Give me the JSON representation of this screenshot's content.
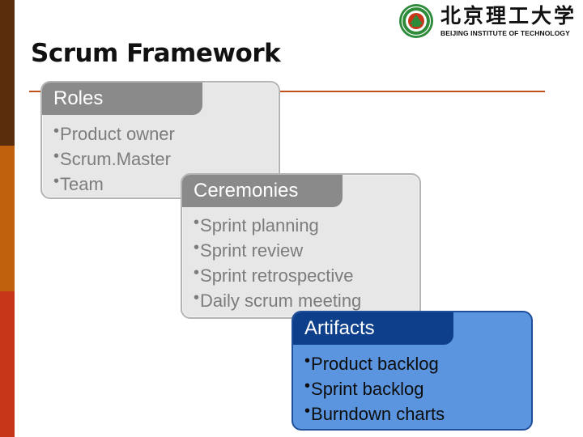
{
  "logo": {
    "chinese_name": "北京理工大学",
    "english_name": "BEIJING INSTITUTE OF TECHNOLOGY",
    "icon": "university-seal-icon"
  },
  "slide": {
    "title": "Scrum Framework"
  },
  "cards": {
    "roles": {
      "title": "Roles",
      "items": [
        "Product owner",
        "Scrum.Master",
        "Team"
      ]
    },
    "ceremonies": {
      "title": "Ceremonies",
      "items": [
        "Sprint planning",
        "Sprint review",
        "Sprint retrospective",
        "Daily scrum meeting"
      ]
    },
    "artifacts": {
      "title": "Artifacts",
      "items": [
        "Product backlog",
        "Sprint backlog",
        "Burndown charts"
      ]
    }
  },
  "bullet_symbol": "•",
  "colors": {
    "accent_rule": "#c0501a",
    "stripe_top": "#5a2d0c",
    "stripe_middle": "#c0610e",
    "stripe_bottom": "#c8361a",
    "gray_card_header": "#8a8a8a",
    "blue_card_header": "#0e3f8a",
    "blue_card_body": "#5b95e0"
  }
}
